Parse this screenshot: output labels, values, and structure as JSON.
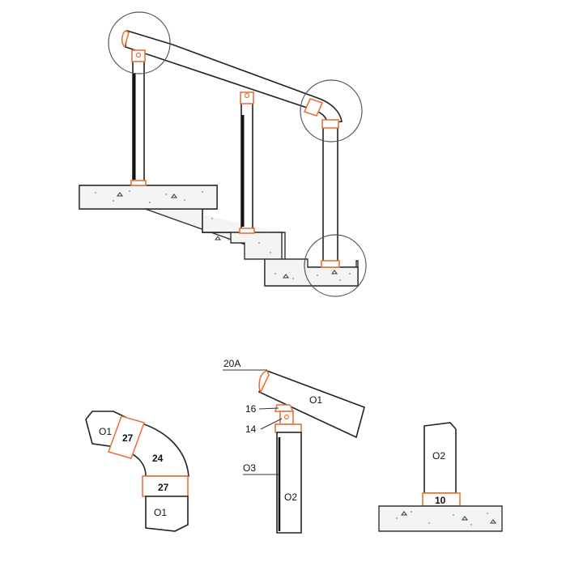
{
  "colors": {
    "fitting": "#e8733a",
    "outline": "#222222",
    "concrete": "#f4f4f4",
    "speckle": "#9a9a9a"
  },
  "detail_elbow": {
    "tube_top": "O1",
    "ring_top": "27",
    "elbow_body": "24",
    "ring_bottom": "27",
    "tube_bottom": "O1"
  },
  "detail_joint": {
    "end_cap": "20A",
    "fitting_a": "16",
    "fitting_b": "14",
    "post_label": "O3",
    "rail_tube": "O1",
    "post_tube": "O2"
  },
  "detail_base": {
    "post_tube": "O2",
    "base_flange": "10"
  }
}
